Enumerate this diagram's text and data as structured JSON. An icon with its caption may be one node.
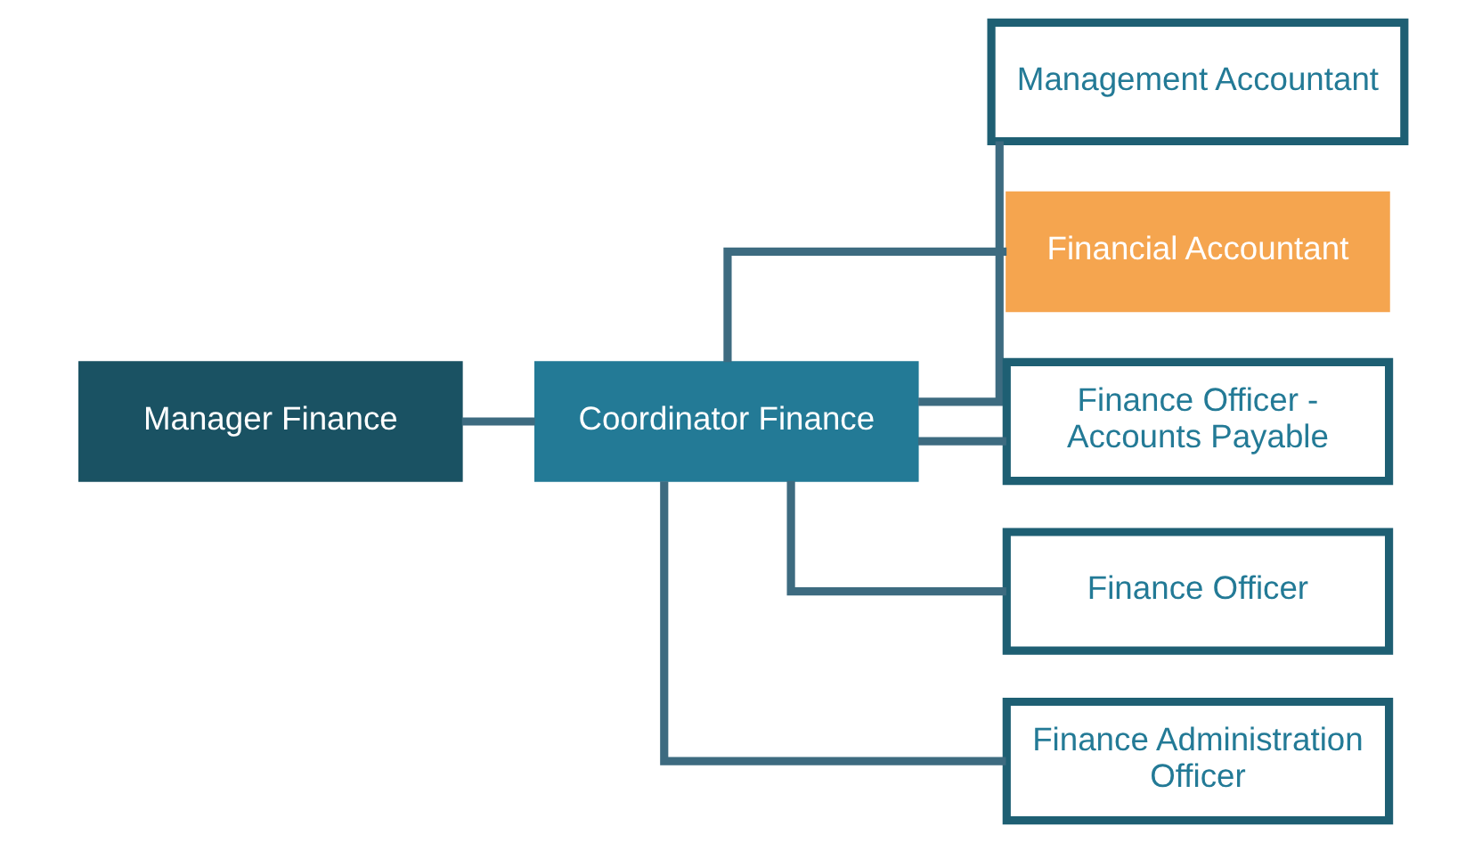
{
  "diagram": {
    "nodes": [
      {
        "text": [
          "Manager Finance"
        ]
      },
      {
        "text": [
          "Coordinator Finance"
        ]
      },
      {
        "text": [
          "Management Accountant"
        ]
      },
      {
        "text": [
          "Financial Accountant"
        ]
      },
      {
        "text": [
          "Finance Officer - Accounts Payable"
        ]
      },
      {
        "text": [
          "Finance Officer"
        ]
      },
      {
        "text": [
          "Finance Administration Officer"
        ]
      }
    ],
    "edges": [
      {
        "from": 0,
        "to": 1,
        "arrow": "none"
      },
      {
        "from": 1,
        "to": 2,
        "arrow": "none"
      },
      {
        "from": 1,
        "to": 3,
        "arrow": "none"
      },
      {
        "from": 1,
        "to": 4,
        "arrow": "none"
      },
      {
        "from": 1,
        "to": 5,
        "arrow": "none"
      },
      {
        "from": 1,
        "to": 6,
        "arrow": "none"
      }
    ]
  }
}
